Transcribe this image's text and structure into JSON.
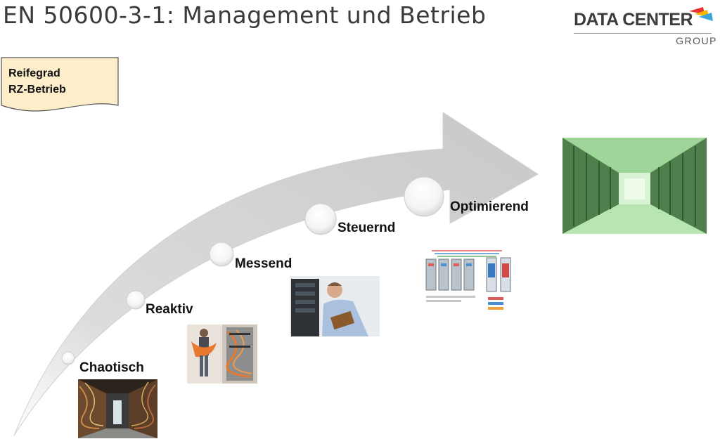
{
  "slide": {
    "title": "EN 50600-3-1: Management und Betrieb"
  },
  "logo": {
    "main": "DATA CENTER",
    "sub": "GROUP",
    "accent_colors": [
      "#e8322f",
      "#f7b500",
      "#3aa6dd"
    ]
  },
  "note": {
    "line1": "Reifegrad",
    "line2": "RZ-Betrieb",
    "fill": "#fdeec9"
  },
  "stages": [
    {
      "label": "Chaotisch",
      "image": "cable-chaos-corridor-photo"
    },
    {
      "label": "Reaktiv",
      "image": "technician-with-cables-photo"
    },
    {
      "label": "Messend",
      "image": "engineer-with-tablet-photo"
    },
    {
      "label": "Steuernd",
      "image": "rack-monitoring-diagram"
    },
    {
      "label": "Optimierend",
      "image": "server-hall-photo"
    }
  ],
  "colors": {
    "title": "#3a3a3a",
    "arrow": "#d9d9d9",
    "optimierend_tint": "#7bd67b"
  }
}
